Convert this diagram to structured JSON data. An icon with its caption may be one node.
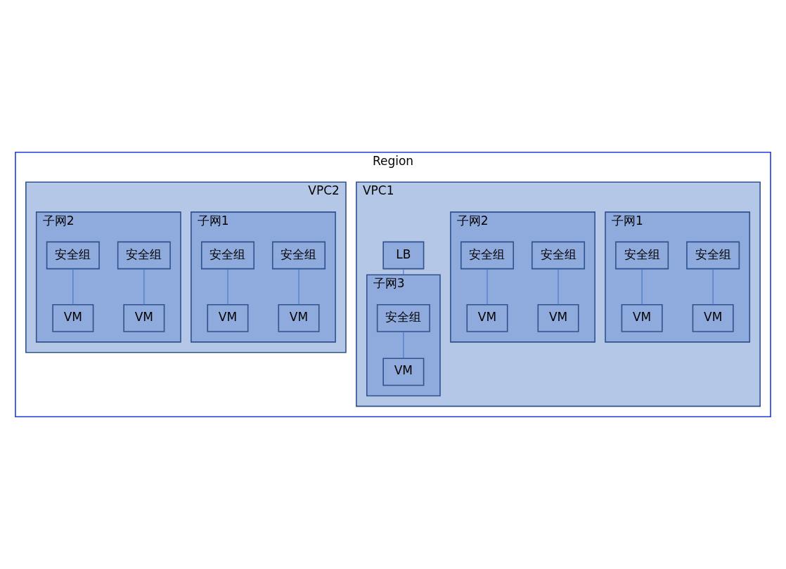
{
  "diagram": {
    "nodes": [
      {
        "text": [
          "Region"
        ]
      },
      {
        "text": [
          "VPC1"
        ],
        "in": 0
      },
      {
        "text": [
          "LB"
        ],
        "in": 1
      },
      {
        "text": [
          "子网1"
        ],
        "in": 1
      },
      {
        "text": [
          "安全组"
        ],
        "in": 3
      },
      {
        "text": [
          "VM"
        ],
        "in": 3
      },
      {
        "text": [
          "安全组"
        ],
        "in": 3
      },
      {
        "text": [
          "VM"
        ],
        "in": 3
      },
      {
        "text": [
          "子网2"
        ],
        "in": 1
      },
      {
        "text": [
          "安全组"
        ],
        "in": 8
      },
      {
        "text": [
          "VM"
        ],
        "in": 8
      },
      {
        "text": [
          "安全组"
        ],
        "in": 8
      },
      {
        "text": [
          "VM"
        ],
        "in": 8
      },
      {
        "text": [
          "子网3"
        ],
        "in": 1
      },
      {
        "text": [
          "安全组"
        ],
        "in": 13
      },
      {
        "text": [
          "VM"
        ],
        "in": 13
      },
      {
        "text": [
          "VPC2"
        ],
        "in": 0
      },
      {
        "text": [
          "子网1"
        ],
        "in": 16
      },
      {
        "text": [
          "安全组"
        ],
        "in": 17
      },
      {
        "text": [
          "VM"
        ],
        "in": 17
      },
      {
        "text": [
          "安全组"
        ],
        "in": 17
      },
      {
        "text": [
          "VM"
        ],
        "in": 17
      },
      {
        "text": [
          "子网2"
        ],
        "in": 16
      },
      {
        "text": [
          "安全组"
        ],
        "in": 22
      },
      {
        "text": [
          "VM"
        ],
        "in": 22
      },
      {
        "text": [
          "安全组"
        ],
        "in": 22
      },
      {
        "text": [
          "VM"
        ],
        "in": 22
      }
    ],
    "edges": [
      {
        "from": 2,
        "to": 13,
        "arrow": "none"
      },
      {
        "from": 4,
        "to": 5,
        "arrow": "none"
      },
      {
        "from": 6,
        "to": 7,
        "arrow": "none"
      },
      {
        "from": 9,
        "to": 10,
        "arrow": "none"
      },
      {
        "from": 11,
        "to": 12,
        "arrow": "none"
      },
      {
        "from": 14,
        "to": 15,
        "arrow": "none"
      },
      {
        "from": 18,
        "to": 19,
        "arrow": "none"
      },
      {
        "from": 20,
        "to": 21,
        "arrow": "none"
      },
      {
        "from": 23,
        "to": 24,
        "arrow": "none"
      },
      {
        "from": 25,
        "to": 26,
        "arrow": "none"
      }
    ]
  }
}
